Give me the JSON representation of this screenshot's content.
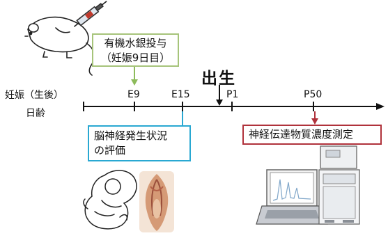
{
  "timeline": {
    "axis_label_line1": "妊娠（生後）",
    "axis_label_line2": "日齢",
    "birth_label": "出生",
    "ticks": [
      {
        "label": "E9"
      },
      {
        "label": "E15"
      },
      {
        "label": "P1"
      },
      {
        "label": "P50"
      }
    ]
  },
  "boxes": {
    "exposure": {
      "line1": "有機水銀投与",
      "line2": "（妊娠9日目）",
      "color": "#a6c47a"
    },
    "evaluation": {
      "line1": "脳神経発生状況",
      "line2": "の評価",
      "color": "#29a8d2"
    },
    "measurement": {
      "text": "神経伝達物質濃度測定",
      "color": "#b0323b"
    }
  },
  "illustrations": {
    "mouse": "mouse-with-syringe",
    "embryo": "embryo-drawing",
    "brain_section": "brain-section-photo",
    "equipment": "hplc-equipment"
  }
}
